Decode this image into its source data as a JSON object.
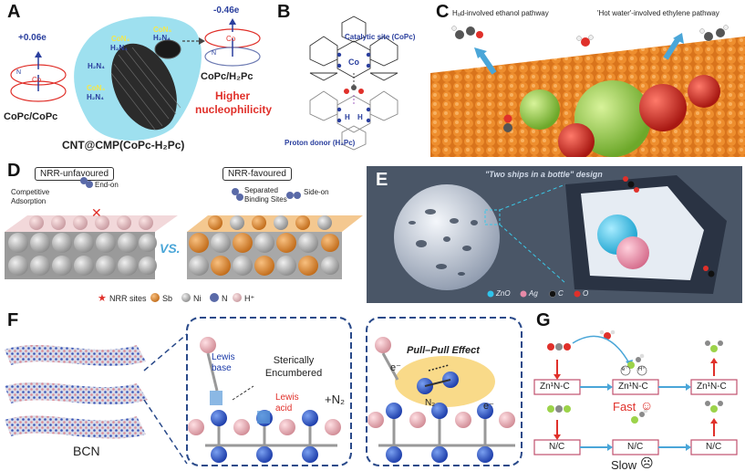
{
  "panels": {
    "A": {
      "label": "A",
      "left_charge": "+0.06e",
      "right_charge": "-0.46e",
      "left_caption": "CoPc/CoPc",
      "right_caption": "CoPc/H₂Pc",
      "highlight": "Higher nucleophilicity",
      "material": "CNT@CMP(CoPc-H₂Pc)",
      "ring_co": "Co",
      "ring_n": "N",
      "tube_labels": [
        "CoN₄",
        "H₂N₄",
        "CoN₄",
        "H₂N₄",
        "H₂N₄",
        "CoN₄",
        "H₂N₄"
      ]
    },
    "B": {
      "label": "B",
      "catalytic_site": "Catalytic site (CoPc)",
      "proton_donor": "Proton donor (H₂Pc)",
      "metal": "Co",
      "hydrogen": "H"
    },
    "C": {
      "label": "C",
      "left_pathway": "Hₐd-involved ethanol pathway",
      "right_pathway": "'Hot water'-involved ethylene pathway"
    },
    "D": {
      "label": "D",
      "unfavoured": "NRR-unfavoured",
      "favoured": "NRR-favoured",
      "competitive": "Competitive Adsorption",
      "end_on": "End-on",
      "separated": "Separated Binding Sites",
      "side_on": "Side-on",
      "vs": "VS.",
      "legend": [
        "NRR sites",
        "Sb",
        "Ni",
        "N",
        "H⁺"
      ]
    },
    "E": {
      "label": "E",
      "title": "\"Two ships in a bottle\" design",
      "legend": [
        "ZnO",
        "Ag",
        "C",
        "O"
      ]
    },
    "F": {
      "label": "F",
      "bcn": "BCN",
      "lewis_base": "Lewis base",
      "sterically": "Sterically Encumbered",
      "lewis_acid": "Lewis acid",
      "n2": "+N₂",
      "pull_pull": "Pull–Pull Effect",
      "e_minus": "e⁻",
      "n2_label": "N₂"
    },
    "G": {
      "label": "G",
      "box_top": "Zn¹N-C",
      "box_bottom": "N/C",
      "fast": "Fast",
      "slow": "Slow",
      "e_minus": "e⁻",
      "h_plus": "H⁺"
    }
  },
  "colors": {
    "cnt_shell": "#7ed6ea",
    "copc_blue": "#2a3f9e",
    "red": "#e0302a",
    "orange": "#e8882a",
    "green": "#9cd34a",
    "panel_e_bg": "#4a5667",
    "g_box": "#c0506e"
  }
}
